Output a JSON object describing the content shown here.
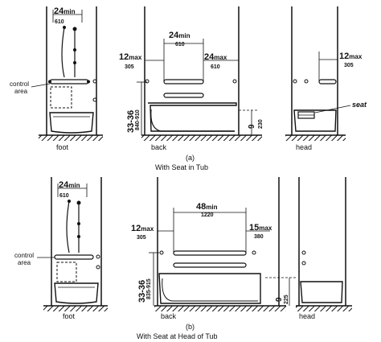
{
  "dims": {
    "a_foot_top": "24",
    "a_foot_top_unit": "min",
    "a_foot_top_mm": "610",
    "a_back_center": "24",
    "a_back_center_unit": "min",
    "a_back_center_mm": "610",
    "a_back_left": "12",
    "a_back_left_unit": "max",
    "a_back_left_mm": "305",
    "a_back_right": "24",
    "a_back_right_unit": "max",
    "a_back_right_mm": "610",
    "a_height": "33-36",
    "a_height_mm": "840-910",
    "a_seat": "9",
    "a_seat_mm": "230",
    "a_head": "12",
    "a_head_unit": "max",
    "a_head_mm": "305",
    "b_foot_top": "24",
    "b_foot_top_unit": "min",
    "b_foot_top_mm": "610",
    "b_back_center": "48",
    "b_back_center_unit": "min",
    "b_back_center_mm": "1220",
    "b_back_left": "12",
    "b_back_left_unit": "max",
    "b_back_left_mm": "305",
    "b_back_right": "15",
    "b_back_right_unit": "max",
    "b_back_right_mm": "380",
    "b_height": "33-36",
    "b_height_mm": "835-915",
    "b_seat": "9",
    "b_seat_mm": "225"
  },
  "labels": {
    "control_area_1": "control",
    "control_area_2": "area",
    "foot": "foot",
    "back": "back",
    "head": "head",
    "seat": "seat"
  },
  "captions": {
    "a_letter": "(a)",
    "a_title": "With Seat in Tub",
    "b_letter": "(b)",
    "b_title": "With Seat at Head of Tub"
  }
}
